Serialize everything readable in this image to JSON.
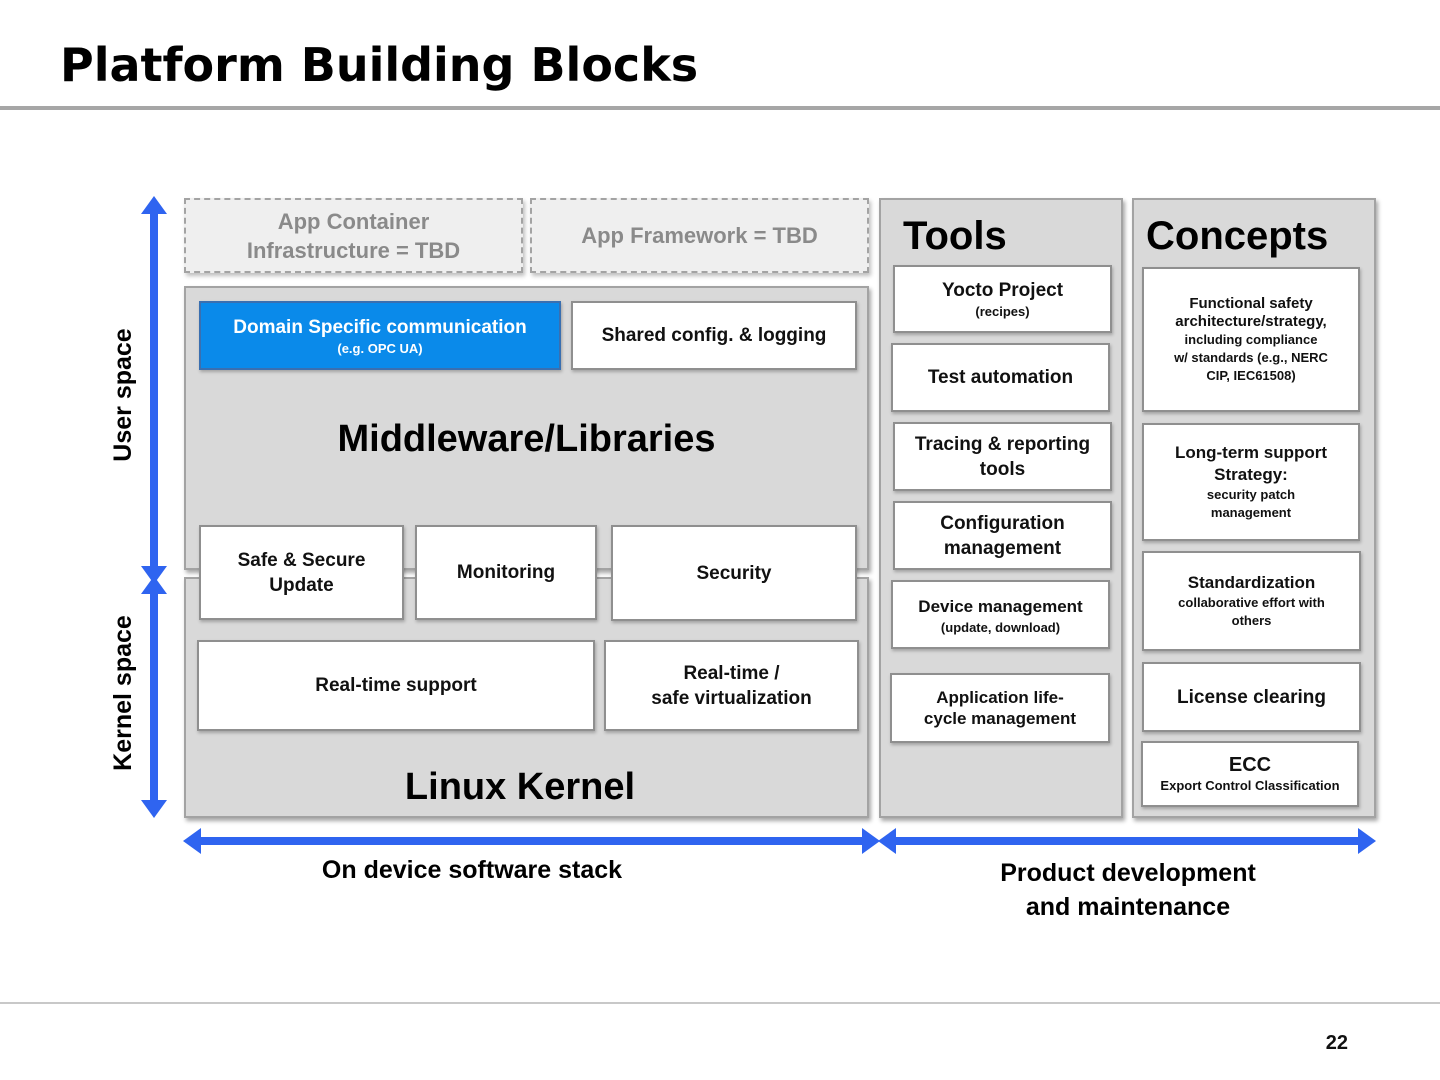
{
  "slide": {
    "title": "Platform Building Blocks",
    "page_number": "22"
  },
  "colors": {
    "arrow": "#2f64f0",
    "highlight": "#0a8aea",
    "panel": "#d9d9d9"
  },
  "user_space_label": "User space",
  "kernel_space_label": "Kernel space",
  "app_container": {
    "line1": "App Container",
    "line2": "Infrastructure = TBD"
  },
  "app_framework": "App Framework = TBD",
  "middleware": {
    "title": "Middleware/Libraries",
    "domain_comm": {
      "label": "Domain Specific communication",
      "sub": "(e.g. OPC UA)"
    },
    "shared_config": "Shared config. & logging",
    "safe_update": {
      "line1": "Safe & Secure",
      "line2": "Update"
    },
    "monitoring": "Monitoring",
    "security": "Security"
  },
  "kernel": {
    "title": "Linux Kernel",
    "realtime_support": "Real-time support",
    "realtime_virt": {
      "line1": "Real-time /",
      "line2": "safe virtualization"
    }
  },
  "tools": {
    "title": "Tools",
    "yocto": {
      "label": "Yocto Project",
      "sub": "(recipes)"
    },
    "test_automation": "Test automation",
    "tracing": {
      "line1": "Tracing & reporting",
      "line2": "tools"
    },
    "config_mgmt": {
      "line1": "Configuration",
      "line2": "management"
    },
    "device_mgmt": {
      "label": "Device management",
      "sub": "(update, download)"
    },
    "app_lifecycle": {
      "line1": "Application life-",
      "line2": "cycle management"
    }
  },
  "concepts": {
    "title": "Concepts",
    "functional_safety": {
      "line1": "Functional safety",
      "line2": "architecture/strategy,",
      "line3": "including compliance",
      "line4": "w/ standards  (e.g., NERC",
      "line5": "CIP, IEC61508)"
    },
    "lts": {
      "line1": "Long-term support",
      "line2": "Strategy:",
      "sub1": "security patch",
      "sub2": "management"
    },
    "standardization": {
      "label": "Standardization",
      "sub1": "collaborative effort with",
      "sub2": "others"
    },
    "license_clearing": "License clearing",
    "ecc": {
      "label": "ECC",
      "sub": "Export Control Classification"
    }
  },
  "bottom_labels": {
    "on_device": "On device software stack",
    "product_dev_line1": "Product development",
    "product_dev_line2": "and maintenance"
  }
}
